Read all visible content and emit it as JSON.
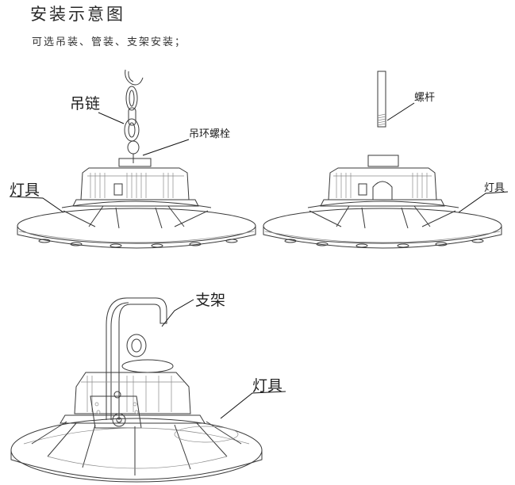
{
  "header": {
    "title": "安装示意图",
    "subtitle": "可选吊装、管装、支架安装；"
  },
  "labels": {
    "chain": "吊链",
    "eye_bolt": "吊环螺栓",
    "fixture_left": "灯具",
    "rod": "螺杆",
    "fixture_right": "灯具",
    "bracket": "支架",
    "fixture_bottom": "灯具"
  },
  "colors": {
    "line": "#3a3a3a",
    "text": "#222222"
  }
}
